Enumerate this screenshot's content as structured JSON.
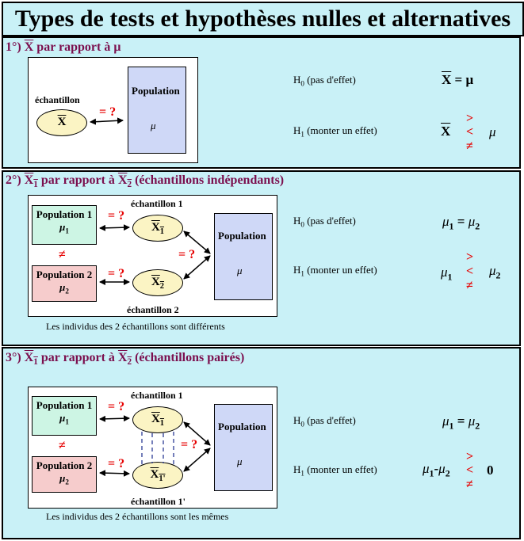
{
  "title": "Types de tests et hypothèses nulles et alternatives",
  "sections": [
    {
      "head_prefix": "1°)",
      "head_x": "X",
      "head_rest": "par rapport à μ",
      "echantillon_label": "échantillon",
      "sample_symbol": "X",
      "population_label": "Population",
      "mu": "μ",
      "eq_q": "= ?",
      "h0": "(pas d'effet)",
      "h1": "(monter un effet)",
      "h0_expr": "= μ",
      "h1_ops": [
        ">",
        "<",
        "≠"
      ],
      "h1_rhs": "μ"
    },
    {
      "head_prefix": "2°)",
      "head_x1": "X",
      "head_mid": "par rapport à",
      "head_x2": "X",
      "head_rest": "(échantillons indépendants)",
      "pop1_label": "Population 1",
      "pop2_label": "Population 2",
      "pop_label": "Population",
      "mu": "μ",
      "echantillon1": "échantillon 1",
      "echantillon2": "échantillon 2",
      "neq": "≠",
      "eq_q": "= ?",
      "caption": "Les individus des 2 échantillons sont différents",
      "h0": "(pas d'effet)",
      "h1": "(monter un effet)",
      "h1_ops": [
        ">",
        "<",
        "≠"
      ]
    },
    {
      "head_prefix": "3°)",
      "head_x1": "X",
      "head_mid": "par rapport à",
      "head_x2": "X",
      "head_rest": "(échantillons pairés)",
      "pop1_label": "Population 1",
      "pop2_label": "Population 2",
      "pop_label": "Population",
      "mu": "μ",
      "echantillon1": "échantillon 1",
      "echantillon1p": "échantillon 1'",
      "neq": "≠",
      "eq_q": "= ?",
      "caption": "Les individus des 2 échantillons sont les mêmes",
      "h0": "(pas d'effet)",
      "h1": "(monter un effet)",
      "h1_ops": [
        ">",
        "<",
        "≠"
      ],
      "h1_rhs": "0"
    }
  ]
}
